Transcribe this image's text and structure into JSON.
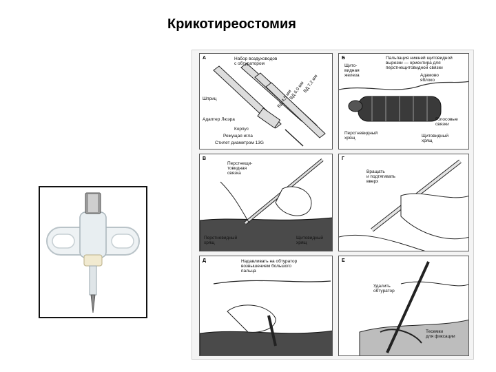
{
  "title": "Крикотиреостомия",
  "panels": {
    "a": {
      "letter": "А",
      "labels": {
        "set": "Набор воздуховодов\nс обтуратором",
        "syringe": "Шприц",
        "adapter": "Адаптер Люэра",
        "body": "Корпус",
        "needle": "Режущая игла",
        "stylet": "Стилет диаметром 13G",
        "id1": "ВД 7,2 мм",
        "id2": "ВД 6,0 мм",
        "id3": "ВД 4,5 мм"
      }
    },
    "b": {
      "letter": "Б",
      "labels": {
        "position": "Пальпация нижней щитовидной\nвырезки — ориентира для\nперстнещитовидной связки",
        "thyroid": "Щито-\nвидная\nжелеза",
        "apple": "Адамово\nяблоко",
        "vocal": "Голосовые\nсвязки",
        "cricoid": "Перстневидный\nхрящ",
        "thyroid_cartilage": "Щитовидный\nхрящ"
      }
    },
    "v": {
      "letter": "В",
      "labels": {
        "ligament": "Перстнещи-\nтовидная\nсвязка",
        "cricoid": "Перстневидный\nхрящ",
        "thyroid": "Щитовидный\nхрящ"
      }
    },
    "g": {
      "letter": "Г",
      "labels": {
        "rotate": "Вращать\nи подтягивать\nвверх"
      }
    },
    "d": {
      "letter": "Д",
      "labels": {
        "press": "Надавливать на обтуратор\nвозвышением большого\nпальца"
      }
    },
    "e": {
      "letter": "Е",
      "labels": {
        "remove": "Удалить\nобтуратор",
        "ties": "Тесемки\nдля фиксации"
      }
    }
  }
}
